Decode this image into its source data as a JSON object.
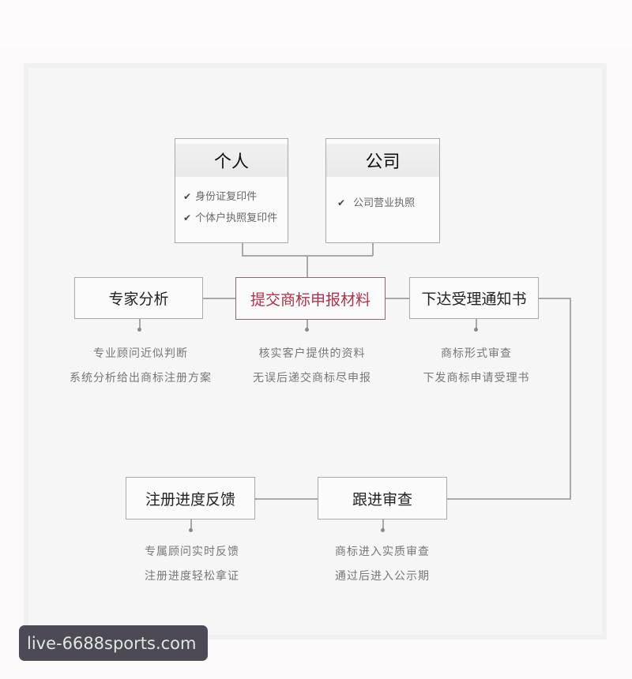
{
  "cards": [
    {
      "title": "个人",
      "items": [
        "身份证复印件",
        "个体户执照复印件"
      ]
    },
    {
      "title": "公司",
      "items": [
        "公司营业执照"
      ]
    }
  ],
  "steps": {
    "expert": {
      "label": "专家分析",
      "desc": [
        "专业顾问近似判断",
        "系统分析给出商标注册方案"
      ]
    },
    "submit": {
      "label": "提交商标申报材料",
      "desc": [
        "核实客户提供的资料",
        "无误后递交商标尽申报"
      ]
    },
    "notice": {
      "label": "下达受理通知书",
      "desc": [
        "商标形式审查",
        "下发商标申请受理书"
      ]
    },
    "review": {
      "label": "跟进审查",
      "desc": [
        "商标进入实质审查",
        "通过后进入公示期"
      ]
    },
    "feedback": {
      "label": "注册进度反馈",
      "desc": [
        "专属顾问实时反馈",
        "注册进度轻松拿证"
      ]
    }
  },
  "icons": {
    "check": "✔"
  },
  "colors": {
    "accent": "#b03048",
    "line": "#a8a8a8"
  },
  "watermark": "live-6688sports.com"
}
